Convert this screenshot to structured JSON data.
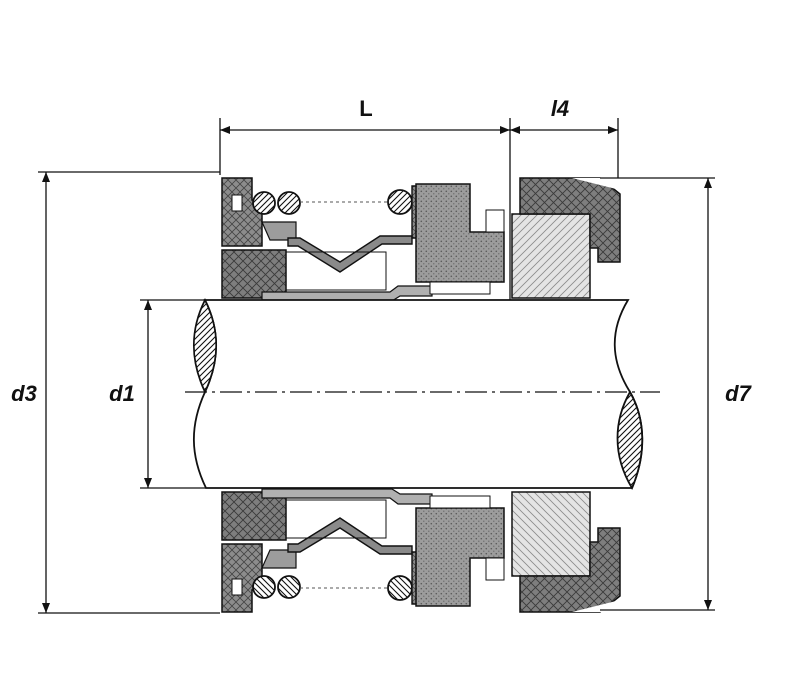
{
  "labels": {
    "L": "L",
    "l4": "l4",
    "d1": "d1",
    "d3": "d3",
    "d7": "d7"
  },
  "colors": {
    "line": "#111111",
    "dark_part": "#7a7a7a",
    "mid_part": "#9a9a9a",
    "light_part": "#e2e2e2",
    "shaft": "#ffffff",
    "background": "#ffffff"
  }
}
